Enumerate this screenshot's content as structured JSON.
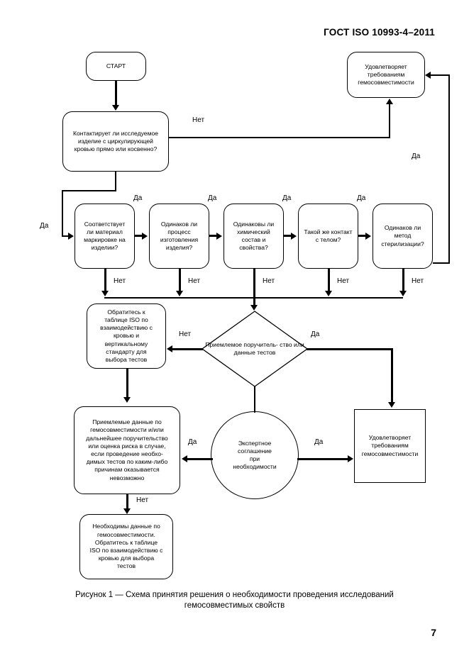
{
  "document": {
    "standard_header": "ГОСТ ISO 10993-4–2011",
    "page_number": "7",
    "figure_caption_line1": "Рисунок 1 — Схема принятия решения о необходимости проведения исследований",
    "figure_caption_line2": "гемосовместимых свойств"
  },
  "flowchart": {
    "type": "decision-flowchart",
    "nodes": {
      "start": {
        "label": "СТАРТ",
        "shape": "rounded-rect"
      },
      "q_contact_blood": {
        "label": "Контактирует ли исследуемое\nизделие с циркулирующей\nкровью прямо или косвенно?",
        "shape": "rounded-rect"
      },
      "satisfies_top": {
        "label": "Удовлетворяет\nтребованиям\nгемосовместимости",
        "shape": "rounded-rect"
      },
      "q_material": {
        "label": "Соответствует\nли материал\nмаркировке на\nизделии?",
        "shape": "rounded-rect"
      },
      "q_process": {
        "label": "Одинаков ли\nпроцесс\nизготовления\nизделия?",
        "shape": "rounded-rect"
      },
      "q_chemical": {
        "label": "Одинаковы ли\nхимический\nсостав и\nсвойства?",
        "shape": "rounded-rect"
      },
      "q_body_contact": {
        "label": "Такой же контакт\nс телом?",
        "shape": "rounded-rect"
      },
      "q_sterilization": {
        "label": "Одинаков ли\nметод\nстерилизации?",
        "shape": "rounded-rect"
      },
      "iso_table": {
        "label": "Обратитесь к\nтаблице ISO по\nвзаимодействию с\nкровью и\nвертикальному\nстандарту для\nвыбора тестов",
        "shape": "rounded-rect"
      },
      "d_acceptable": {
        "label": "Приемлемое\nпоручитель-\nство или\nданные тестов",
        "shape": "diamond"
      },
      "acceptable_data": {
        "label": "Приемлемые данные по\nгемосовместимости и/или\nдальнейшее поручительство\nили оценка риска в случае,\nесли проведение необхо-\nдимых тестов по каким-либо\nпричинам оказывается\nневозможно",
        "shape": "rounded-rect"
      },
      "expert_agreement": {
        "label": "Экспертное\nсоглашение\nпри\nнеобходимости",
        "shape": "circle"
      },
      "satisfies_bottom": {
        "label": "Удовлетворяет\nтребованиям\nгемосовместимости",
        "shape": "rect"
      },
      "need_data": {
        "label": "Необходимы данные по\nгемосовместимости.\nОбратитесь к таблице\nISO по взаимодействию с\nкровью для выбора\nтестов",
        "shape": "rounded-rect"
      }
    },
    "edge_labels": {
      "contact_no": "Нет",
      "contact_yes": "Да",
      "sterilization_yes_up": "Да",
      "material_yes": "Да",
      "process_yes": "Да",
      "chemical_yes": "Да",
      "body_yes": "Да",
      "material_no": "Нет",
      "process_no": "Нет",
      "chemical_no": "Нет",
      "body_no": "Нет",
      "sterilization_no": "Нет",
      "acceptable_no": "Нет",
      "acceptable_yes": "Да",
      "expert_yes_left": "Да",
      "expert_yes_right": "Да",
      "data_no": "Нет"
    },
    "colors": {
      "stroke": "#000000",
      "fill": "#ffffff",
      "text": "#000000"
    }
  }
}
